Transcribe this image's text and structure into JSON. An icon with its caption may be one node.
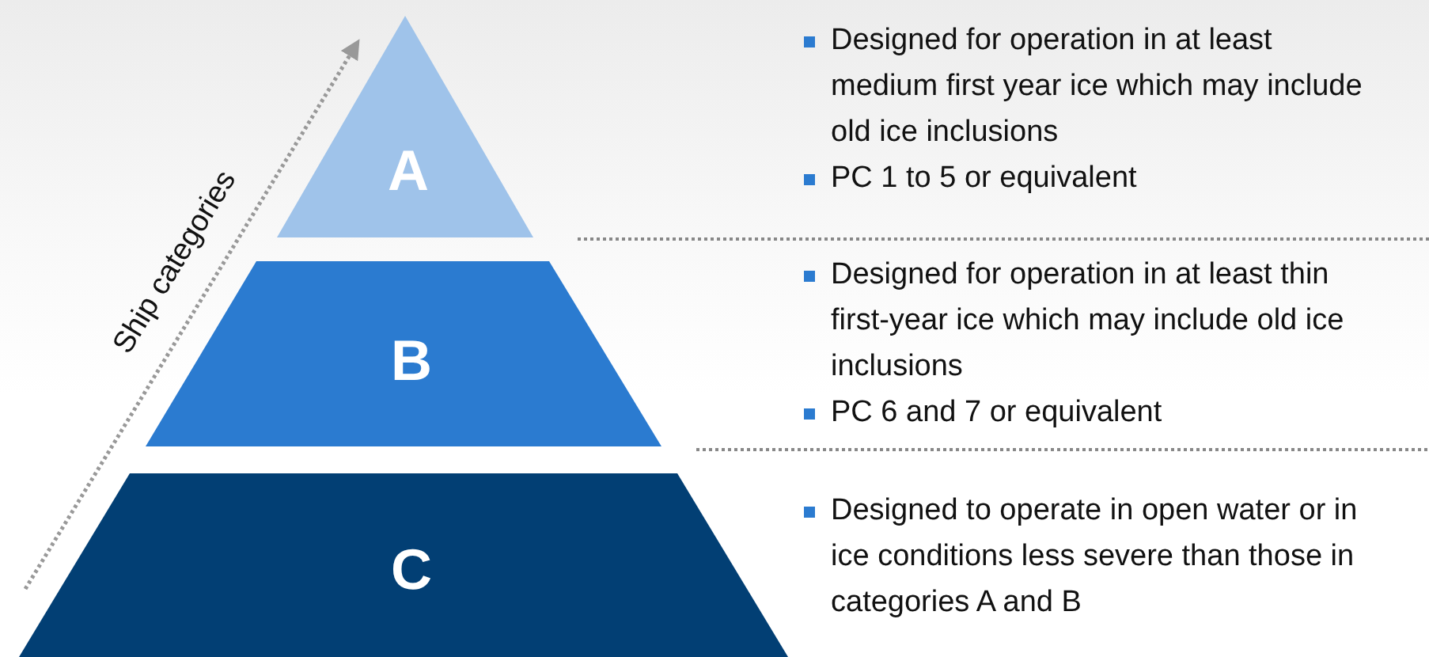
{
  "diagram": {
    "nodes": [
      {
        "text": [
          "A"
        ],
        "beside": [
          "Designed for operation in at least medium first year ice which may include old ice inclusions",
          "PC 1 to 5 or equivalent"
        ]
      },
      {
        "text": [
          "B"
        ],
        "beside": [
          "Designed for operation in at least thin first-year ice which may include old ice inclusions",
          "PC 6 and 7 or equivalent"
        ]
      },
      {
        "text": [
          "C"
        ],
        "beside": [
          "Designed to operate in open water or in ice conditions less severe than those in categories A and B"
        ]
      }
    ],
    "edges": [],
    "labels": [
      "Ship categories"
    ]
  }
}
